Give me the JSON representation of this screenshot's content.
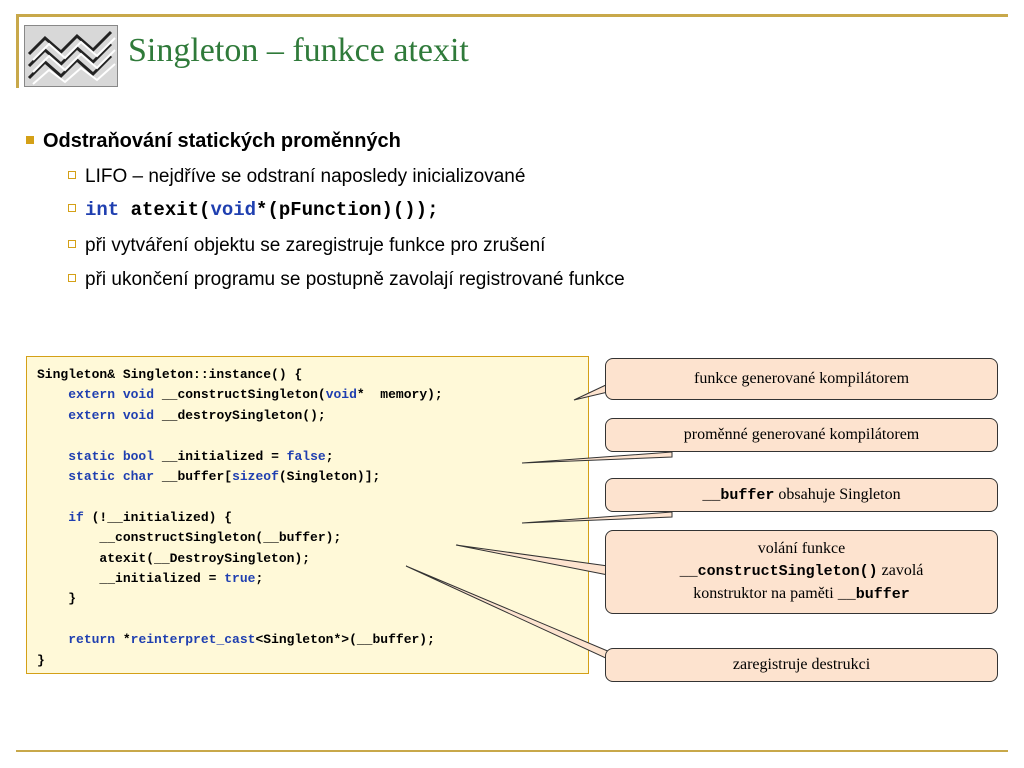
{
  "slide": {
    "title": "Singleton – funkce atexit"
  },
  "bullets": {
    "main": "Odstraňování statických proměnných",
    "sub": [
      "LIFO – nejdříve se odstraní naposledy inicializované",
      "při vytváření objektu se zaregistruje funkce pro zrušení",
      "při ukončení programu se postupně zavolají registrované funkce"
    ],
    "code_item": {
      "kw1": "int",
      "t1": " atexit(",
      "kw2": "void",
      "t2": "*(pFunction)());"
    }
  },
  "code": {
    "lines": [
      [
        {
          "t": "Singleton& Singleton::instance() {"
        }
      ],
      [
        {
          "t": "    "
        },
        {
          "t": "extern void",
          "k": 1
        },
        {
          "t": " __constructSingleton("
        },
        {
          "t": "void",
          "k": 1
        },
        {
          "t": "*  memory);"
        }
      ],
      [
        {
          "t": "    "
        },
        {
          "t": "extern void",
          "k": 1
        },
        {
          "t": " __destroySingleton();"
        }
      ],
      [
        {
          "t": ""
        }
      ],
      [
        {
          "t": "    "
        },
        {
          "t": "static bool",
          "k": 1
        },
        {
          "t": " __initialized = "
        },
        {
          "t": "false",
          "k": 1
        },
        {
          "t": ";"
        }
      ],
      [
        {
          "t": "    "
        },
        {
          "t": "static char",
          "k": 1
        },
        {
          "t": " __buffer["
        },
        {
          "t": "sizeof",
          "k": 1
        },
        {
          "t": "(Singleton)];"
        }
      ],
      [
        {
          "t": ""
        }
      ],
      [
        {
          "t": "    "
        },
        {
          "t": "if",
          "k": 1
        },
        {
          "t": " (!__initialized) {"
        }
      ],
      [
        {
          "t": "        __constructSingleton(__buffer);"
        }
      ],
      [
        {
          "t": "        atexit(__DestroySingleton);"
        }
      ],
      [
        {
          "t": "        __initialized = "
        },
        {
          "t": "true",
          "k": 1
        },
        {
          "t": ";"
        }
      ],
      [
        {
          "t": "    }"
        }
      ],
      [
        {
          "t": ""
        }
      ],
      [
        {
          "t": "    "
        },
        {
          "t": "return",
          "k": 1
        },
        {
          "t": " *"
        },
        {
          "t": "reinterpret_cast",
          "k": 1
        },
        {
          "t": "<Singleton*>(__buffer);"
        }
      ],
      [
        {
          "t": "}"
        }
      ]
    ]
  },
  "callouts": {
    "c1": "funkce generované kompilátorem",
    "c2": "proměnné generované kompilátorem",
    "c3_code": "__buffer",
    "c3_text": " obsahuje Singleton",
    "c4_line1": "volání funkce",
    "c4_code1": "__constructSingleton()",
    "c4_text2": " zavolá",
    "c4_text3": "konstruktor na paměti ",
    "c4_code2": "__buffer",
    "c5": "zaregistruje destrukci"
  },
  "colors": {
    "title": "#2f7a3a",
    "accent": "#c8a84a",
    "keyword": "#1f3fb0",
    "code_bg": "#fff9d8",
    "callout_bg": "#fde3cf"
  }
}
